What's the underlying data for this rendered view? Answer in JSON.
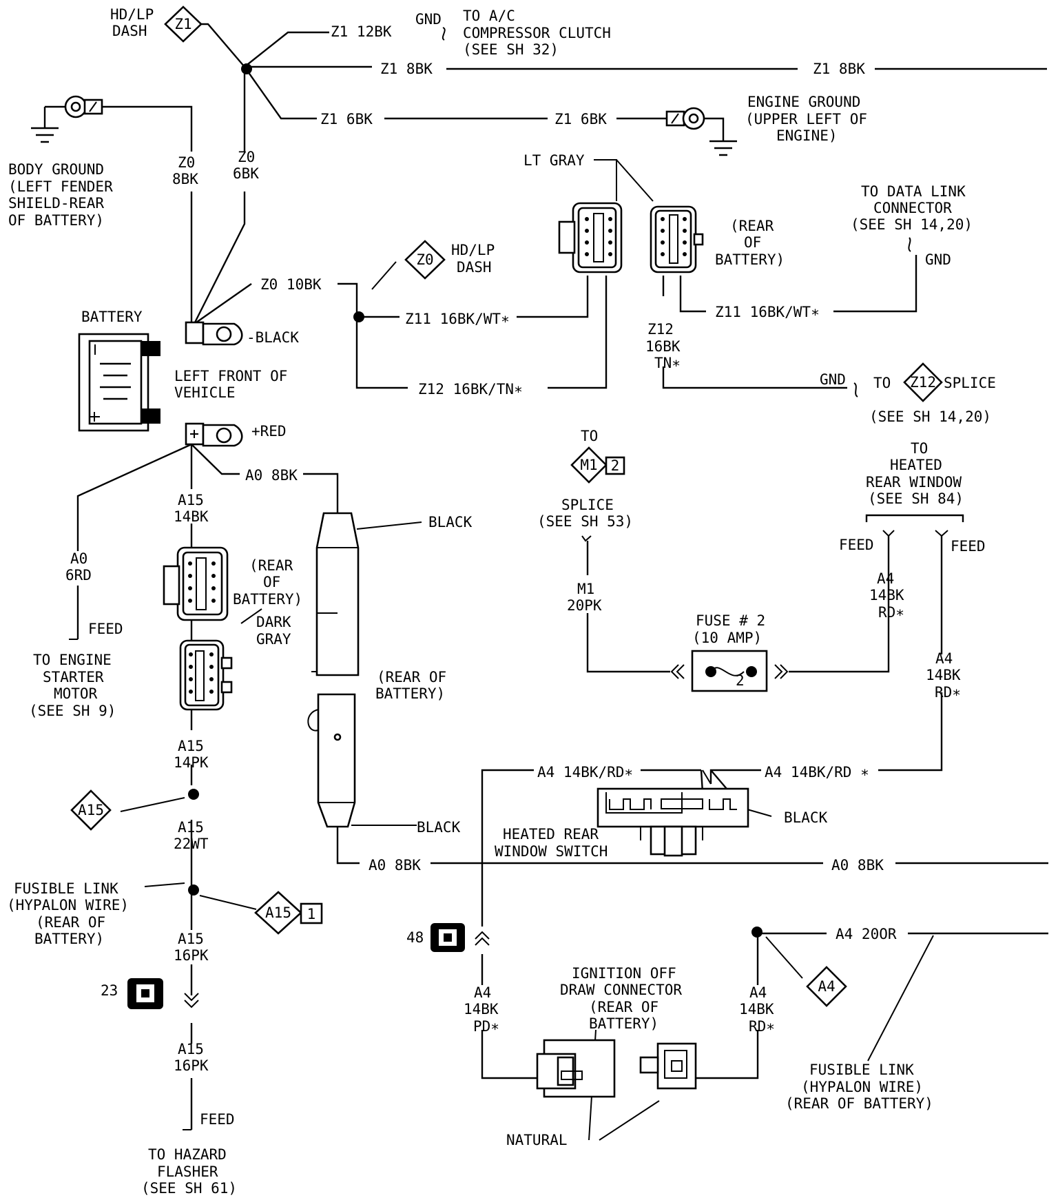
{
  "labels": {
    "z1_hd_lp_dash": [
      "HD/LP",
      "DASH"
    ],
    "z1_diamond": "Z1",
    "z1_12bk": "Z1 12BK",
    "gnd_top": "GND",
    "to_ac": [
      "TO A/C",
      "COMPRESSOR CLUTCH",
      "(SEE SH 32)"
    ],
    "z1_8bk_left": "Z1 8BK",
    "z1_8bk_right": "Z1 8BK",
    "z1_6bk_left": "Z1 6BK",
    "z1_6bk_right": "Z1 6BK",
    "engine_ground": [
      "ENGINE GROUND",
      "(UPPER LEFT OF",
      "ENGINE)"
    ],
    "body_ground": [
      "BODY GROUND",
      "(LEFT FENDER",
      "SHIELD-REAR",
      "OF BATTERY)"
    ],
    "z0_8bk": [
      "Z0",
      "8BK"
    ],
    "z0_6bk": [
      "Z0",
      "6BK"
    ],
    "lt_gray": "LT GRAY",
    "rear_of_battery_top": [
      "(REAR",
      "OF",
      "BATTERY)"
    ],
    "to_data_link": [
      "TO DATA LINK",
      "CONNECTOR",
      "(SEE SH 14,20)"
    ],
    "gnd_data_link": "GND",
    "z0_hd_lp_dash": [
      "HD/LP",
      "DASH"
    ],
    "z0_diamond": "Z0",
    "z0_10bk": "Z0 10BK",
    "z11_left": "Z11 16BK/WT∗",
    "z11_right": "Z11 16BK/WT∗",
    "z12_vertical": [
      "Z12",
      "16BK",
      "TN∗"
    ],
    "z12_horizontal": "Z12 16BK/TN∗",
    "battery": "BATTERY",
    "black_terminal": "-BLACK",
    "left_front": [
      "LEFT FRONT OF",
      "VEHICLE"
    ],
    "red_terminal": "+RED",
    "gnd_splice": "GND",
    "to_splice_prefix": "TO",
    "z12_diamond": "Z12",
    "splice_suffix": "SPLICE",
    "see_sh_14_20": "(SEE SH 14,20)",
    "a0_8bk_top": "A0 8BK",
    "a15_14bk": [
      "A15",
      "14BK"
    ],
    "black_upper": "BLACK",
    "a0_6rd": [
      "A0",
      "6RD"
    ],
    "feed_starter": "FEED",
    "to_starter": [
      "TO ENGINE",
      "STARTER",
      "MOTOR",
      "(SEE SH 9)"
    ],
    "rear_of_battery_a15": [
      "(REAR",
      "OF",
      "BATTERY)"
    ],
    "dark_gray": [
      "DARK",
      "GRAY"
    ],
    "rear_of_battery_mid": [
      "(REAR OF",
      "BATTERY)"
    ],
    "to_m1": "TO",
    "m1_diamond": "M1",
    "m1_box": "2",
    "splice_sh53": [
      "SPLICE",
      "(SEE SH 53)"
    ],
    "m1_20pk": [
      "M1",
      "20PK"
    ],
    "to_heated_rear": [
      "TO",
      "HEATED",
      "REAR WINDOW",
      "(SEE SH 84)"
    ],
    "feed_left": "FEED",
    "feed_right": "FEED",
    "a4_14bk_rd_1": [
      "A4",
      "14BK",
      "RD∗"
    ],
    "a4_14bk_rd_2": [
      "A4",
      "14BK",
      "RD∗"
    ],
    "fuse": [
      "FUSE # 2",
      "(10 AMP)"
    ],
    "fuse_number": "2",
    "a15_14pk": [
      "A15",
      "14PK"
    ],
    "a15_diamond": "A15",
    "a15_22wt": [
      "A15",
      "22WT"
    ],
    "a4_14bk_rd_left": "A4 14BK/RD∗",
    "a4_14bk_rd_right": "A4 14BK/RD ∗",
    "black_lower": "BLACK",
    "black_switch": "BLACK",
    "heated_rear_switch": [
      "HEATED REAR",
      "WINDOW SWITCH"
    ],
    "a0_8bk_bottom_left": "A0 8BK",
    "a0_8bk_bottom_right": "A0 8BK",
    "fusible_link_left": [
      "FUSIBLE LINK",
      "(HYPALON WIRE)",
      "(REAR OF",
      "BATTERY)"
    ],
    "a15_1_diamond": "A15",
    "a15_1_box": "1",
    "a15_16pk_1": [
      "A15",
      "16PK"
    ],
    "a15_16pk_2": [
      "A15",
      "16PK"
    ],
    "connector_48": "48",
    "connector_23": "23",
    "a4_20or": "A4 20OR",
    "a4_diamond": "A4",
    "ignition_off": [
      "IGNITION OFF",
      "DRAW CONNECTOR",
      "(REAR OF",
      "BATTERY)"
    ],
    "a4_14bk_pd": [
      "A4",
      "14BK",
      "PD∗"
    ],
    "a4_14bk_rd_3": [
      "A4",
      "14BK",
      "RD∗"
    ],
    "fusible_link_right": [
      "FUSIBLE LINK",
      "(HYPALON WIRE)",
      "(REAR OF BATTERY)"
    ],
    "feed_hazard": "FEED",
    "to_hazard": [
      "TO HAZARD",
      "FLASHER",
      "(SEE SH 61)"
    ],
    "natural": "NATURAL"
  }
}
